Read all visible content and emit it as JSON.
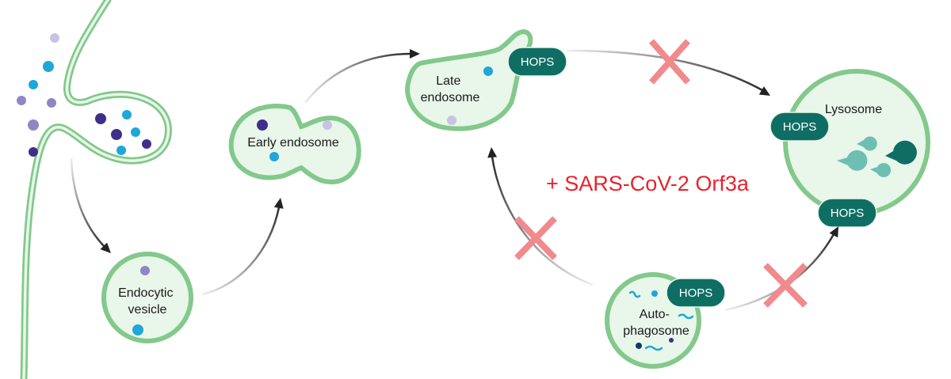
{
  "labels": {
    "endocytic_vesicle": [
      "Endocytic",
      "vesicle"
    ],
    "early_endosome": "Early endosome",
    "late_endosome": [
      "Late",
      "endosome"
    ],
    "lysosome": "Lysosome",
    "autophagosome": [
      "Auto-",
      "phagosome"
    ]
  },
  "hops": "HOPS",
  "condition": "+ SARS-CoV-2 Orf3a",
  "colors": {
    "membrane_stroke": "#82c98b",
    "membrane_fill": "#e9f6ea",
    "hops_fill": "#0f6e64",
    "cross": "#f08a8d",
    "cargo_light_purple": "#c9c3e3",
    "cargo_purple": "#8e87c4",
    "cargo_dark_purple": "#3f2f8a",
    "cargo_cyan": "#1ea7d8",
    "enzyme_teal": "#6dbfb2",
    "enzyme_dark": "#0f6e64"
  }
}
